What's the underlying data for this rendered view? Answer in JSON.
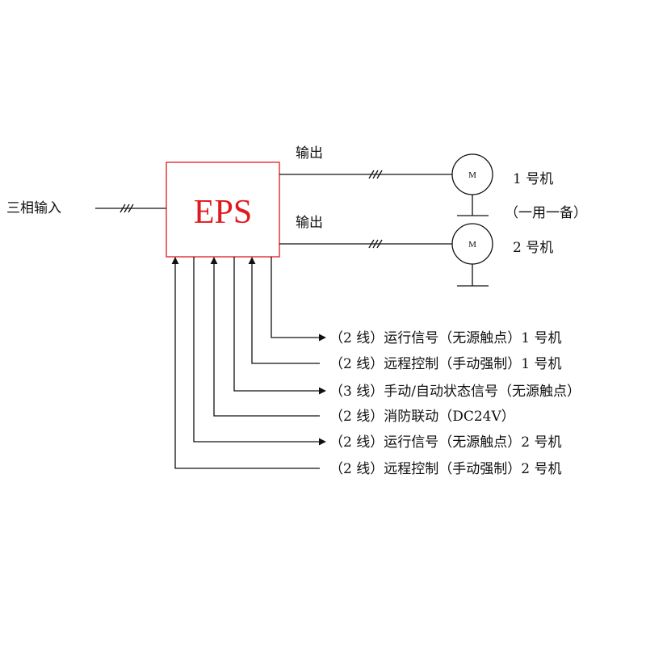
{
  "input_label": "三相输入",
  "eps_label": "EPS",
  "eps_color": "#e0191e",
  "outputs": [
    {
      "output_label": "输出",
      "motor_symbol": "M",
      "machine_label": "1 号机"
    },
    {
      "output_label": "输出",
      "motor_symbol": "M",
      "machine_label": "2 号机"
    }
  ],
  "standby_note": "（一用一备）",
  "signals": [
    {
      "text": "（2 线）运行信号（无源触点）1 号机",
      "direction": "out"
    },
    {
      "text": "（2 线）远程控制（手动强制）1 号机",
      "direction": "in"
    },
    {
      "text": "（3 线）手动/自动状态信号（无源触点）",
      "direction": "out"
    },
    {
      "text": "（2 线）消防联动（DC24V）",
      "direction": "in"
    },
    {
      "text": "（2 线）运行信号（无源触点）2 号机",
      "direction": "out"
    },
    {
      "text": "（2 线）远程控制（手动强制）2 号机",
      "direction": "in"
    }
  ]
}
